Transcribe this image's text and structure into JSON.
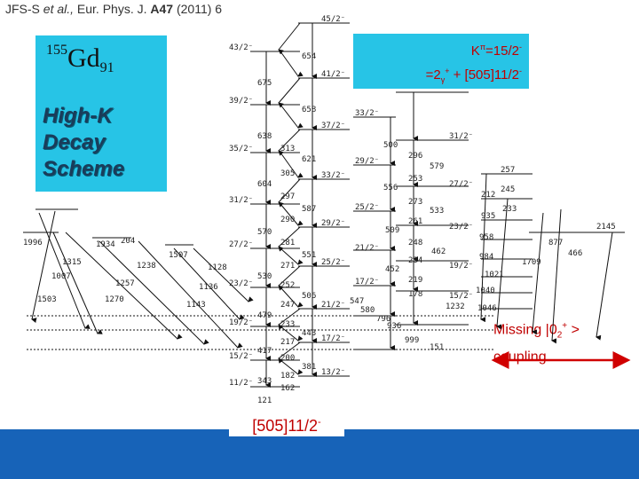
{
  "reference": {
    "authors": "JFS-S",
    "etal": "et al.,",
    "journal": "Eur. Phys. J.",
    "volume": "A47",
    "year": "(2011) 6"
  },
  "nucleus": {
    "mass": "155",
    "symbol": "Gd",
    "z": "91"
  },
  "scheme_lines": [
    "High-K",
    "Decay",
    "Scheme"
  ],
  "k_box": {
    "line1_main": "K",
    "line1_sup": "π",
    "line1_rest": "=15/2",
    "line1_sign": "-",
    "line2_a": "=2",
    "line2_sub": "γ",
    "line2_sup": "+",
    "line2_b": " + [505]11/2",
    "line2_sign": "-"
  },
  "missing": {
    "text1": "Missing |0",
    "sub": "2",
    "sup": "+",
    "text2": " >",
    "line2": "coupling"
  },
  "band_label": {
    "main": "[505]11/2",
    "sign": "-"
  },
  "spins_left": [
    "43/2⁻",
    "39/2⁻",
    "35/2⁻",
    "31/2⁻",
    "27/2⁻",
    "23/2⁻",
    "19/2⁻",
    "15/2⁻",
    "11/2⁻"
  ],
  "spins_right": [
    "45/2⁻",
    "41/2⁻",
    "37/2⁻",
    "33/2⁻",
    "29/2⁻",
    "25/2⁻",
    "21/2⁻",
    "17/2⁻",
    "13/2⁻"
  ],
  "energies_main": [
    "654",
    "675",
    "658",
    "638",
    "621",
    "313",
    "305",
    "604",
    "297",
    "587",
    "290",
    "570",
    "281",
    "551",
    "271",
    "530",
    "252",
    "506",
    "247",
    "479",
    "233",
    "443",
    "217",
    "417",
    "200",
    "381",
    "182",
    "343",
    "162",
    "121"
  ],
  "side_band": {
    "spins": [
      "33/2⁻",
      "31/2⁻",
      "29/2⁻",
      "27/2⁻",
      "25/2⁻",
      "23/2⁻",
      "21/2⁻",
      "19/2⁻",
      "17/2⁻",
      "15/2⁻"
    ],
    "energies": [
      "500",
      "296",
      "579",
      "556",
      "253",
      "273",
      "533",
      "509",
      "261",
      "248",
      "462",
      "234",
      "452",
      "219",
      "178",
      "580",
      "547",
      "796",
      "936",
      "999",
      "151"
    ]
  },
  "far_right": [
    "257",
    "245",
    "212",
    "233",
    "935",
    "958",
    "877",
    "2145",
    "466",
    "1709",
    "984",
    "1021",
    "1040",
    "1046",
    "1232"
  ],
  "far_left": [
    "1996",
    "1934",
    "204",
    "1315",
    "1007",
    "1503",
    "1238",
    "1507",
    "1257",
    "1270",
    "1128",
    "1136",
    "1143"
  ]
}
